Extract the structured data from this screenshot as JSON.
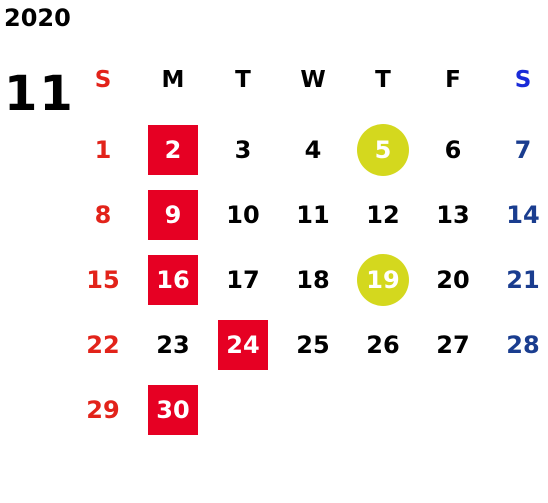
{
  "year": "2020",
  "month": "11",
  "colors": {
    "sunday": "#e2231a",
    "saturday": "#1a3d8f",
    "saturday_header": "#1a2bd8",
    "weekday": "#000000",
    "highlight_red": "#e60023",
    "highlight_yellow": "#d4d81e"
  },
  "weekdays": [
    "S",
    "M",
    "T",
    "W",
    "T",
    "F",
    "S"
  ],
  "weeks": [
    [
      {
        "day": "1",
        "mark": ""
      },
      {
        "day": "2",
        "mark": "red"
      },
      {
        "day": "3",
        "mark": ""
      },
      {
        "day": "4",
        "mark": ""
      },
      {
        "day": "5",
        "mark": "yellow"
      },
      {
        "day": "6",
        "mark": ""
      },
      {
        "day": "7",
        "mark": ""
      }
    ],
    [
      {
        "day": "8",
        "mark": ""
      },
      {
        "day": "9",
        "mark": "red"
      },
      {
        "day": "10",
        "mark": ""
      },
      {
        "day": "11",
        "mark": ""
      },
      {
        "day": "12",
        "mark": ""
      },
      {
        "day": "13",
        "mark": ""
      },
      {
        "day": "14",
        "mark": ""
      }
    ],
    [
      {
        "day": "15",
        "mark": ""
      },
      {
        "day": "16",
        "mark": "red"
      },
      {
        "day": "17",
        "mark": ""
      },
      {
        "day": "18",
        "mark": ""
      },
      {
        "day": "19",
        "mark": "yellow"
      },
      {
        "day": "20",
        "mark": ""
      },
      {
        "day": "21",
        "mark": ""
      }
    ],
    [
      {
        "day": "22",
        "mark": ""
      },
      {
        "day": "23",
        "mark": ""
      },
      {
        "day": "24",
        "mark": "red"
      },
      {
        "day": "25",
        "mark": ""
      },
      {
        "day": "26",
        "mark": ""
      },
      {
        "day": "27",
        "mark": ""
      },
      {
        "day": "28",
        "mark": ""
      }
    ],
    [
      {
        "day": "29",
        "mark": ""
      },
      {
        "day": "30",
        "mark": "red"
      },
      {
        "day": "",
        "mark": ""
      },
      {
        "day": "",
        "mark": ""
      },
      {
        "day": "",
        "mark": ""
      },
      {
        "day": "",
        "mark": ""
      },
      {
        "day": "",
        "mark": ""
      }
    ]
  ]
}
